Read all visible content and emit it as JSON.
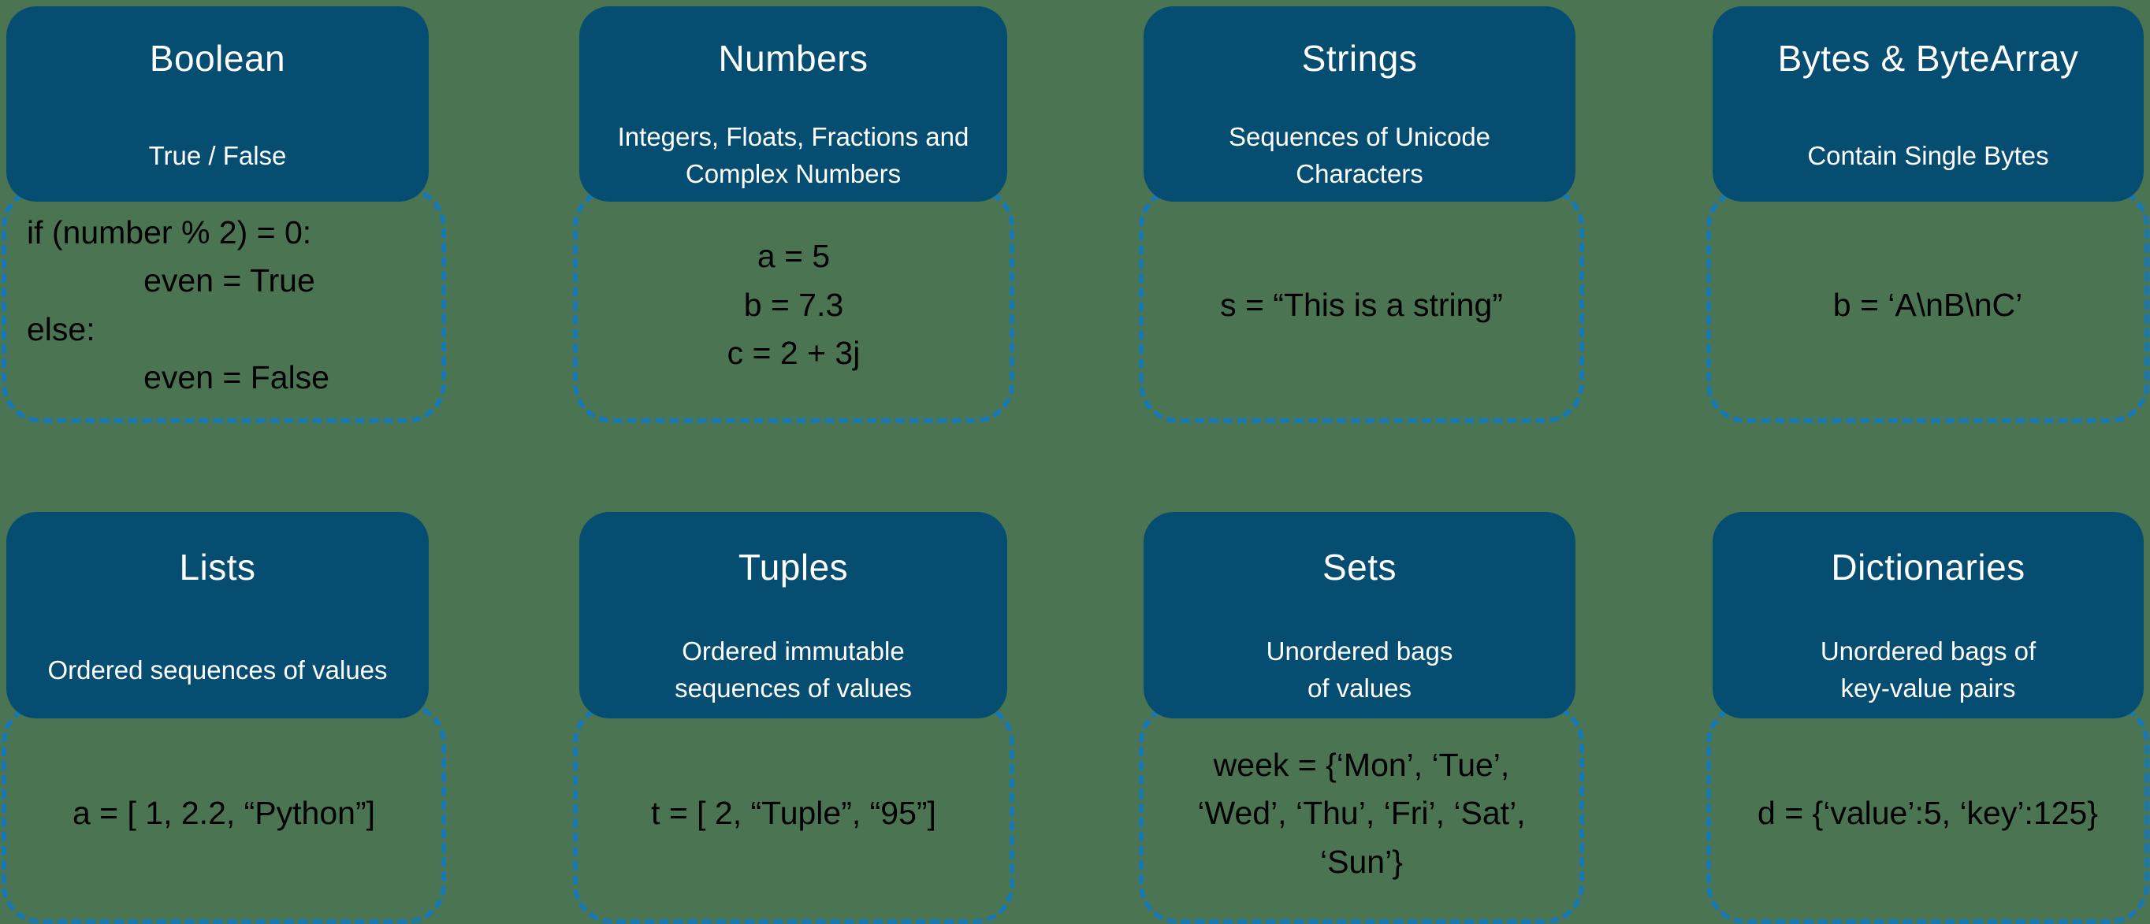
{
  "diagram": {
    "colors": {
      "background": "#4A7452",
      "header_fill": "#054E72",
      "dashed_border": "#1879B2",
      "header_text": "#FFFFFF",
      "example_text": "#000000"
    },
    "cards": [
      {
        "id": "boolean",
        "title": "Boolean",
        "subtitle": "True / False",
        "example": "if (number % 2) = 0:\n             even = True\nelse:\n             even = False"
      },
      {
        "id": "numbers",
        "title": "Numbers",
        "subtitle": "Integers, Floats, Fractions and\nComplex Numbers",
        "example": "a = 5\nb = 7.3\nc = 2 + 3j"
      },
      {
        "id": "strings",
        "title": "Strings",
        "subtitle": "Sequences of Unicode\nCharacters",
        "example": "s = “This is a string”"
      },
      {
        "id": "bytes-bytearray",
        "title": "Bytes & ByteArray",
        "subtitle": "Contain Single Bytes",
        "example": "b = ‘A\\nB\\nC’"
      },
      {
        "id": "lists",
        "title": "Lists",
        "subtitle": "Ordered sequences of values",
        "example": "a = [ 1, 2.2, “Python”]"
      },
      {
        "id": "tuples",
        "title": "Tuples",
        "subtitle": "Ordered immutable\nsequences of values",
        "example": "t = [ 2, “Tuple”, “95”]"
      },
      {
        "id": "sets",
        "title": "Sets",
        "subtitle": "Unordered bags\nof values",
        "example": "week = {‘Mon’, ‘Tue’,\n‘Wed’, ‘Thu’, ‘Fri’, ‘Sat’,\n‘Sun’}"
      },
      {
        "id": "dictionaries",
        "title": "Dictionaries",
        "subtitle": "Unordered bags of\nkey-value pairs",
        "example": "d = {‘value’:5, ‘key’:125}"
      }
    ]
  }
}
